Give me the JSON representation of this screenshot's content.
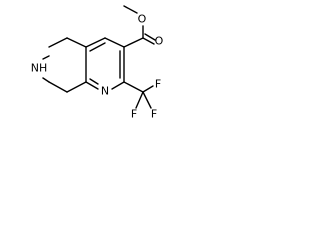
{
  "atoms": {
    "ring_nh": "NH",
    "ring_n": "N",
    "ester_o_carbonyl": "O",
    "ester_o_single": "O",
    "f_top": "F",
    "f_left": "F",
    "f_right": "F"
  }
}
